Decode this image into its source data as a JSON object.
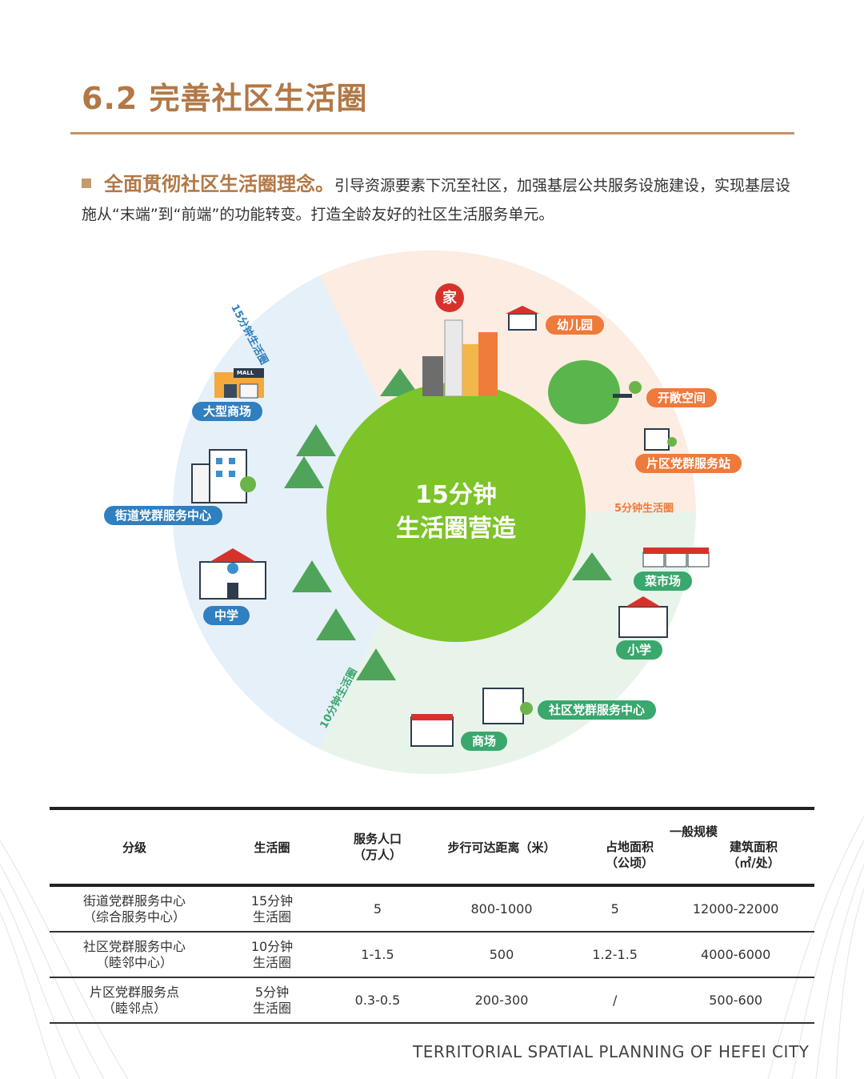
{
  "page": {
    "title": "6.2 完善社区生活圈",
    "intro_lead": "全面贯彻社区生活圈理念。",
    "intro_body": "引导资源要素下沉至社区，加强基层公共服务设施建设，实现基层设施从“末端”到“前端”的功能转变。打造全龄友好的社区生活服务单元。",
    "footer": "TERRITORIAL SPATIAL PLANNING OF HEFEI CITY"
  },
  "diagram": {
    "center_line1": "15分钟",
    "center_line2": "生活圈营造",
    "home_badge": "家",
    "ring_15": "15分钟生活圈",
    "ring_10": "10分钟生活圈",
    "ring_5": "5分钟生活圈",
    "labels": {
      "kindergarten": "幼儿园",
      "open_space": "开敞空间",
      "area_station": "片区党群服务站",
      "vegetable_market": "菜市场",
      "primary_school": "小学",
      "community_center": "社区党群服务中心",
      "shop": "商场",
      "mall": "大型商场",
      "street_center": "街道党群服务中心",
      "middle_school": "中学"
    },
    "mall_sign": "MALL",
    "colors": {
      "blue_zone": "#e6f0f8",
      "orange_zone": "#fdece2",
      "green_zone": "#e8f4ea",
      "core": "#7cc427",
      "blue_label": "#2f7fc1",
      "orange_label": "#ee7a3b",
      "green_label": "#3aa76d"
    }
  },
  "table": {
    "headers": {
      "level": "分级",
      "circle": "生活圈",
      "population_1": "服务人口",
      "population_2": "（万人）",
      "distance": "步行可达距离（米）",
      "scale": "一般规模",
      "land_1": "占地面积",
      "land_2": "（公顷）",
      "floor_1": "建筑面积",
      "floor_2": "（㎡/处）"
    },
    "rows": [
      {
        "level_1": "街道党群服务中心",
        "level_2": "（综合服务中心）",
        "circle_1": "15分钟",
        "circle_2": "生活圈",
        "population": "5",
        "distance": "800-1000",
        "land": "5",
        "floor": "12000-22000"
      },
      {
        "level_1": "社区党群服务中心",
        "level_2": "（睦邻中心）",
        "circle_1": "10分钟",
        "circle_2": "生活圈",
        "population": "1-1.5",
        "distance": "500",
        "land": "1.2-1.5",
        "floor": "4000-6000"
      },
      {
        "level_1": "片区党群服务点",
        "level_2": "（睦邻点）",
        "circle_1": "5分钟",
        "circle_2": "生活圈",
        "population": "0.3-0.5",
        "distance": "200-300",
        "land": "/",
        "floor": "500-600"
      }
    ]
  }
}
